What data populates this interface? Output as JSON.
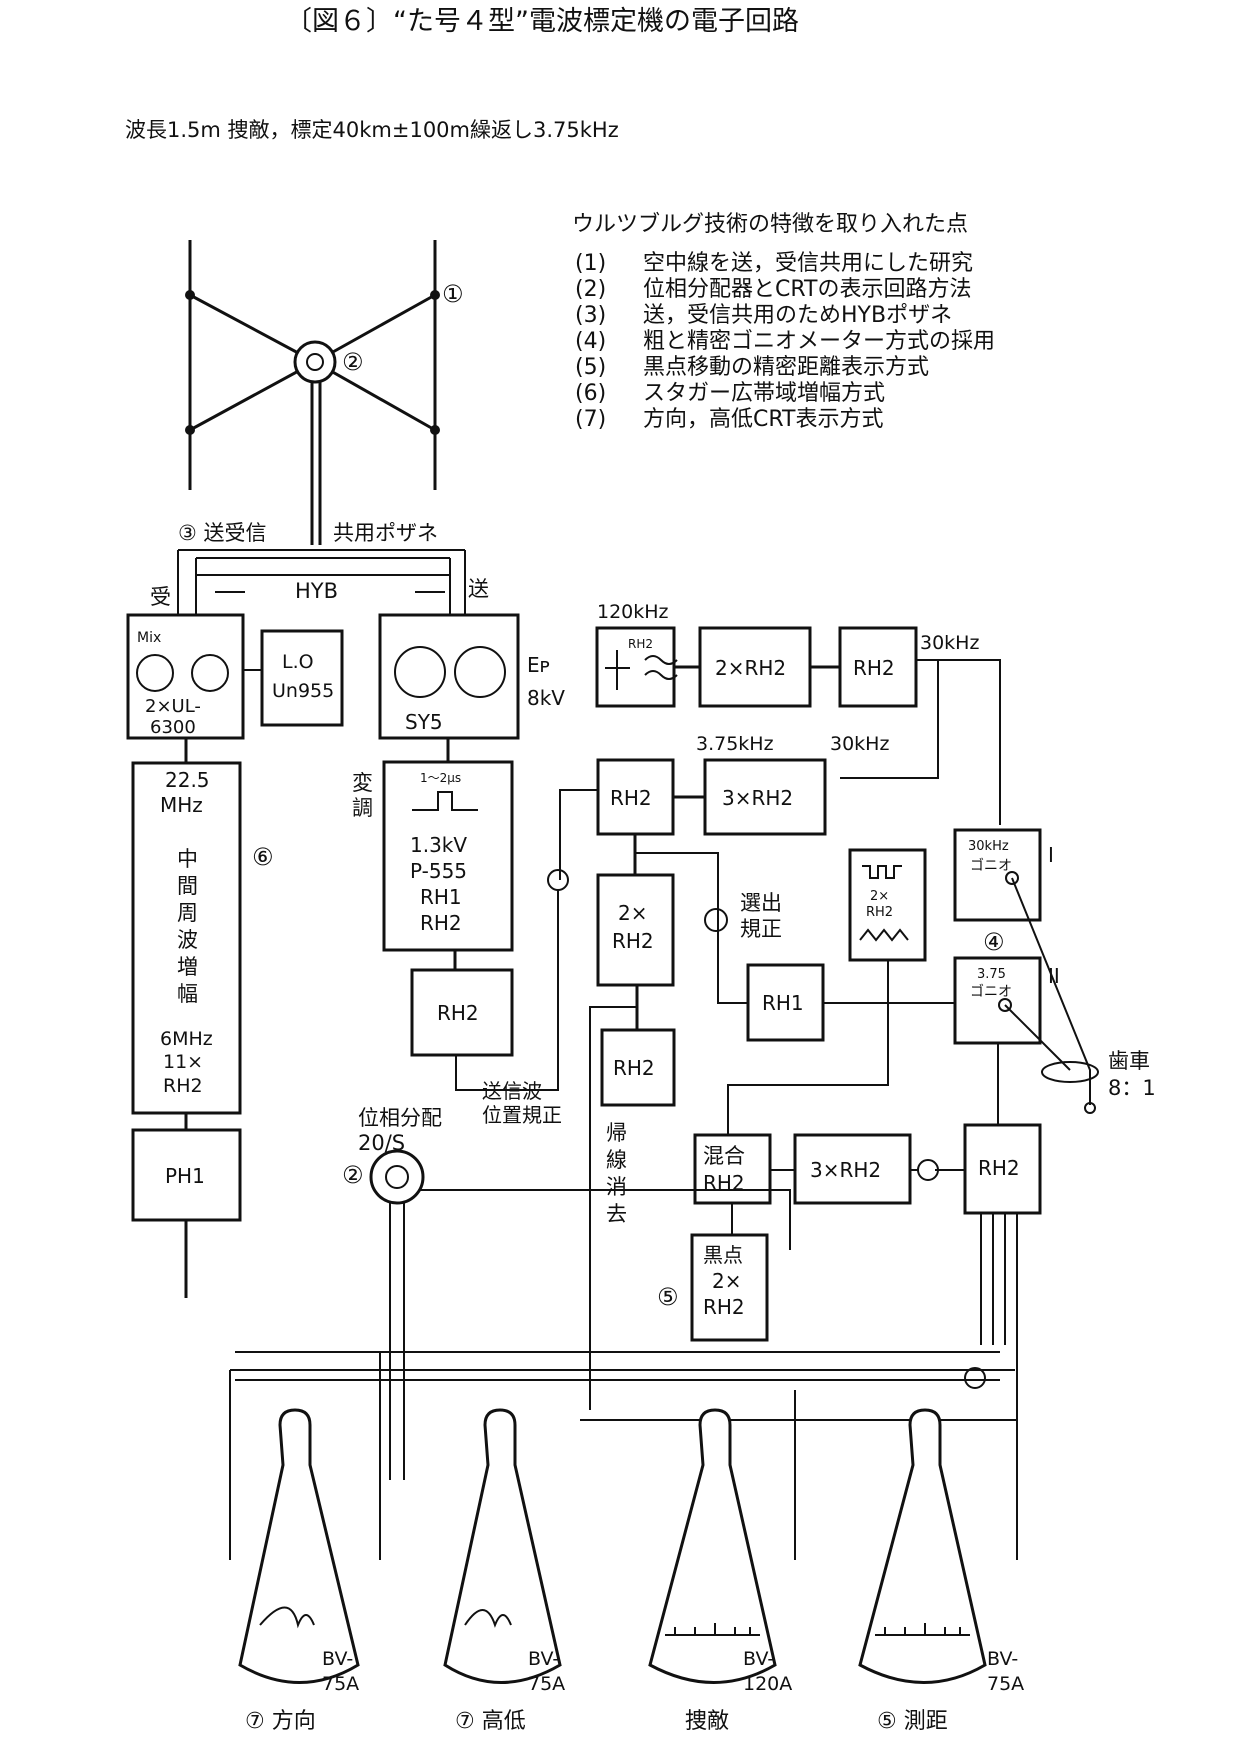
{
  "title": "〔図６〕“た号４型”電波標定機の電子回路",
  "subtitle": "波長1.5m 捜敵，標定40km±100m繰返し3.75kHz",
  "features": {
    "heading": "ウルツブルグ技術の特徴を取り入れた点",
    "items": [
      {
        "num": "(1)",
        "text": "空中線を送，受信共用にした研究"
      },
      {
        "num": "(2)",
        "text": "位相分配器とCRTの表示回路方法"
      },
      {
        "num": "(3)",
        "text": "送，受信共用のためHYBポザネ"
      },
      {
        "num": "(4)",
        "text": "粗と精密ゴニオメーター方式の採用"
      },
      {
        "num": "(5)",
        "text": "黒点移動の精密距離表示方式"
      },
      {
        "num": "(6)",
        "text": "スタガー広帯域増幅方式"
      },
      {
        "num": "(7)",
        "text": "方向，高低CRT表示方式"
      }
    ]
  },
  "labels": {
    "c1": "①",
    "c2": "②",
    "c2b": "②",
    "c4": "④",
    "c5": "⑤",
    "c6": "⑥",
    "hyb_left": "③ 送受信",
    "hyb_right": "共用ポザネ",
    "hyb": "HYB",
    "rx": "受",
    "tx": "送",
    "mix": "Mix",
    "rx_tubes_1": "2×UL-",
    "rx_tubes_2": "6300",
    "lo_1": "L.O",
    "lo_2": "Un955",
    "sy5": "SY5",
    "ep": "Eᴘ",
    "ep_kv": "8kV",
    "mod_1": "変",
    "mod_2": "調",
    "pulse_1": "1～2μs",
    "mod_v1": "1.3kV",
    "mod_v2": "P-555",
    "mod_v3": "RH1",
    "mod_v4": "RH2",
    "rh2_mod": "RH2",
    "if_1": "22.5",
    "if_2": "MHz",
    "if_v": [
      "中",
      "間",
      "周",
      "波",
      "増",
      "幅"
    ],
    "if_b1": "6MHz",
    "if_b2": "11×",
    "if_b3": "RH2",
    "ph1": "PH1",
    "osc_freq": "120kHz",
    "osc_rh2": "RH2",
    "b_2rh2": "2×RH2",
    "b_rh2a": "RH2",
    "f30k": "30kHz",
    "f375": "3.75kHz",
    "f30b": "30kHz",
    "b_rh2b": "RH2",
    "b_3rh2a": "3×RH2",
    "b_2xrh2_1": "2×",
    "b_2xrh2_2": "RH2",
    "sel_1": "選出",
    "sel_2": "規正",
    "b_rh1": "RH1",
    "b_rh2c": "RH2",
    "stag_1": "2×",
    "stag_2": "RH2",
    "gon1_1": "30kHz",
    "gon1_2": "ゴニオ",
    "roman1": "I",
    "gon2_1": "3.75",
    "gon2_2": "ゴニオ",
    "roman2": "II",
    "gear_1": "歯車",
    "gear_2": "8：1",
    "txpos_1": "送信波",
    "txpos_2": "位置規正",
    "blank": [
      "帰",
      "線",
      "消",
      "去"
    ],
    "phase_1": "位相分配",
    "phase_2": "20/S",
    "mix_1": "混合",
    "mix_2": "RH2",
    "b_3rh2b": "3×RH2",
    "b_rh2d": "RH2",
    "dot_1": "黒点",
    "dot_2": "2×",
    "dot_3": "RH2",
    "crt1_1": "BV-",
    "crt1_2": "75A",
    "crt2_1": "BV-",
    "crt2_2": "75A",
    "crt3_1": "BV-",
    "crt3_2": "120A",
    "crt4_1": "BV-",
    "crt4_2": "75A",
    "cap1": "⑦ 方向",
    "cap2": "⑦ 高低",
    "cap3": "捜敵",
    "cap4": "⑤ 測距"
  }
}
